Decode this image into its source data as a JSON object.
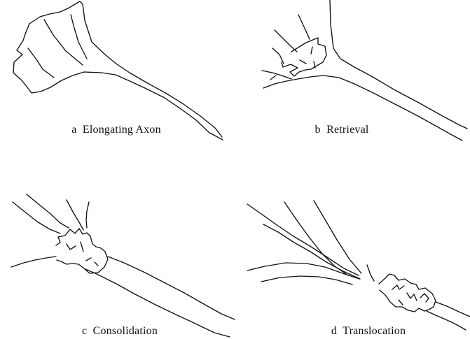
{
  "panels": {
    "a": {
      "letter": "a",
      "title": "Elongating Axon"
    },
    "b": {
      "letter": "b",
      "title": "Retrieval"
    },
    "c": {
      "letter": "c",
      "title": "Consolidation"
    },
    "d": {
      "letter": "d",
      "title": "Translocation"
    }
  },
  "colors": {
    "line": "#111111",
    "background": "#ffffff"
  }
}
